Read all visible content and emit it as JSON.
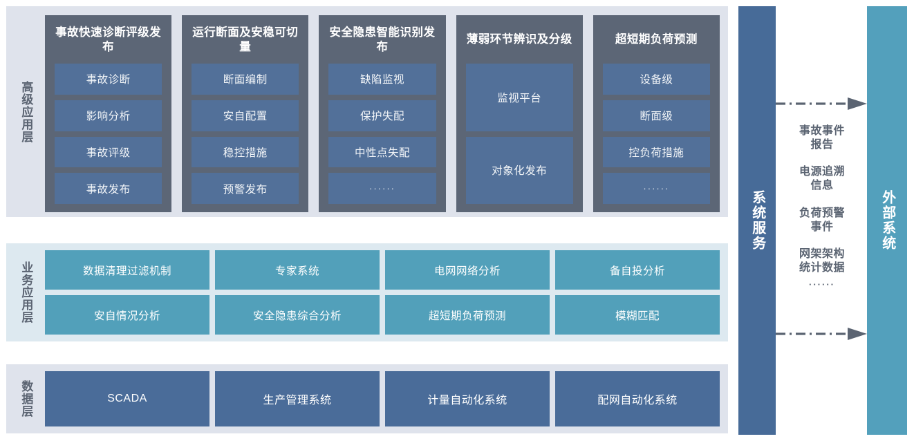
{
  "layers": {
    "advanced": {
      "label": "高级应用层",
      "cards": [
        {
          "title": "事故快速诊断评级发布",
          "items": [
            "事故诊断",
            "影响分析",
            "事故评级",
            "事故发布"
          ]
        },
        {
          "title": "运行断面及安稳可切量",
          "items": [
            "断面编制",
            "安自配置",
            "稳控措施",
            "预警发布"
          ]
        },
        {
          "title": "安全隐患智能识别发布",
          "items": [
            "缺陷监视",
            "保护失配",
            "中性点失配",
            "······"
          ]
        },
        {
          "title": "薄弱环节辨识及分级",
          "items": [
            "监视平台",
            "对象化发布"
          ]
        },
        {
          "title": "超短期负荷预测",
          "items": [
            "设备级",
            "断面级",
            "控负荷措施",
            "······"
          ]
        }
      ]
    },
    "business": {
      "label": "业务应用层",
      "rows": [
        [
          "数据清理过滤机制",
          "专家系统",
          "电网网络分析",
          "备自投分析"
        ],
        [
          "安自情况分析",
          "安全隐患综合分析",
          "超短期负荷预测",
          "模糊匹配"
        ]
      ]
    },
    "data": {
      "label": "数据层",
      "items": [
        "SCADA",
        "生产管理系统",
        "计量自动化系统",
        "配网自动化系统"
      ]
    }
  },
  "side": {
    "service_bar": "系统服务",
    "external_bar": "外部系统"
  },
  "flow": {
    "labels": [
      "事故事件\n报告",
      "电源追溯\n信息",
      "负荷预警\n事件",
      "网架架构\n统计数据",
      "······"
    ]
  },
  "colors": {
    "advanced_panel_bg": "#dfe3ec",
    "advanced_card_bg": "#5c6676",
    "advanced_item_bg": "#527099",
    "business_panel_bg": "#dde9f0",
    "business_item_bg": "#52a0ba",
    "data_panel_bg": "#dfe3ec",
    "data_item_bg": "#4a6c99",
    "service_bar_bg": "#476b98",
    "external_bar_bg": "#53a0bc",
    "label_text": "#5b6472",
    "arrow": "#5b6472"
  }
}
